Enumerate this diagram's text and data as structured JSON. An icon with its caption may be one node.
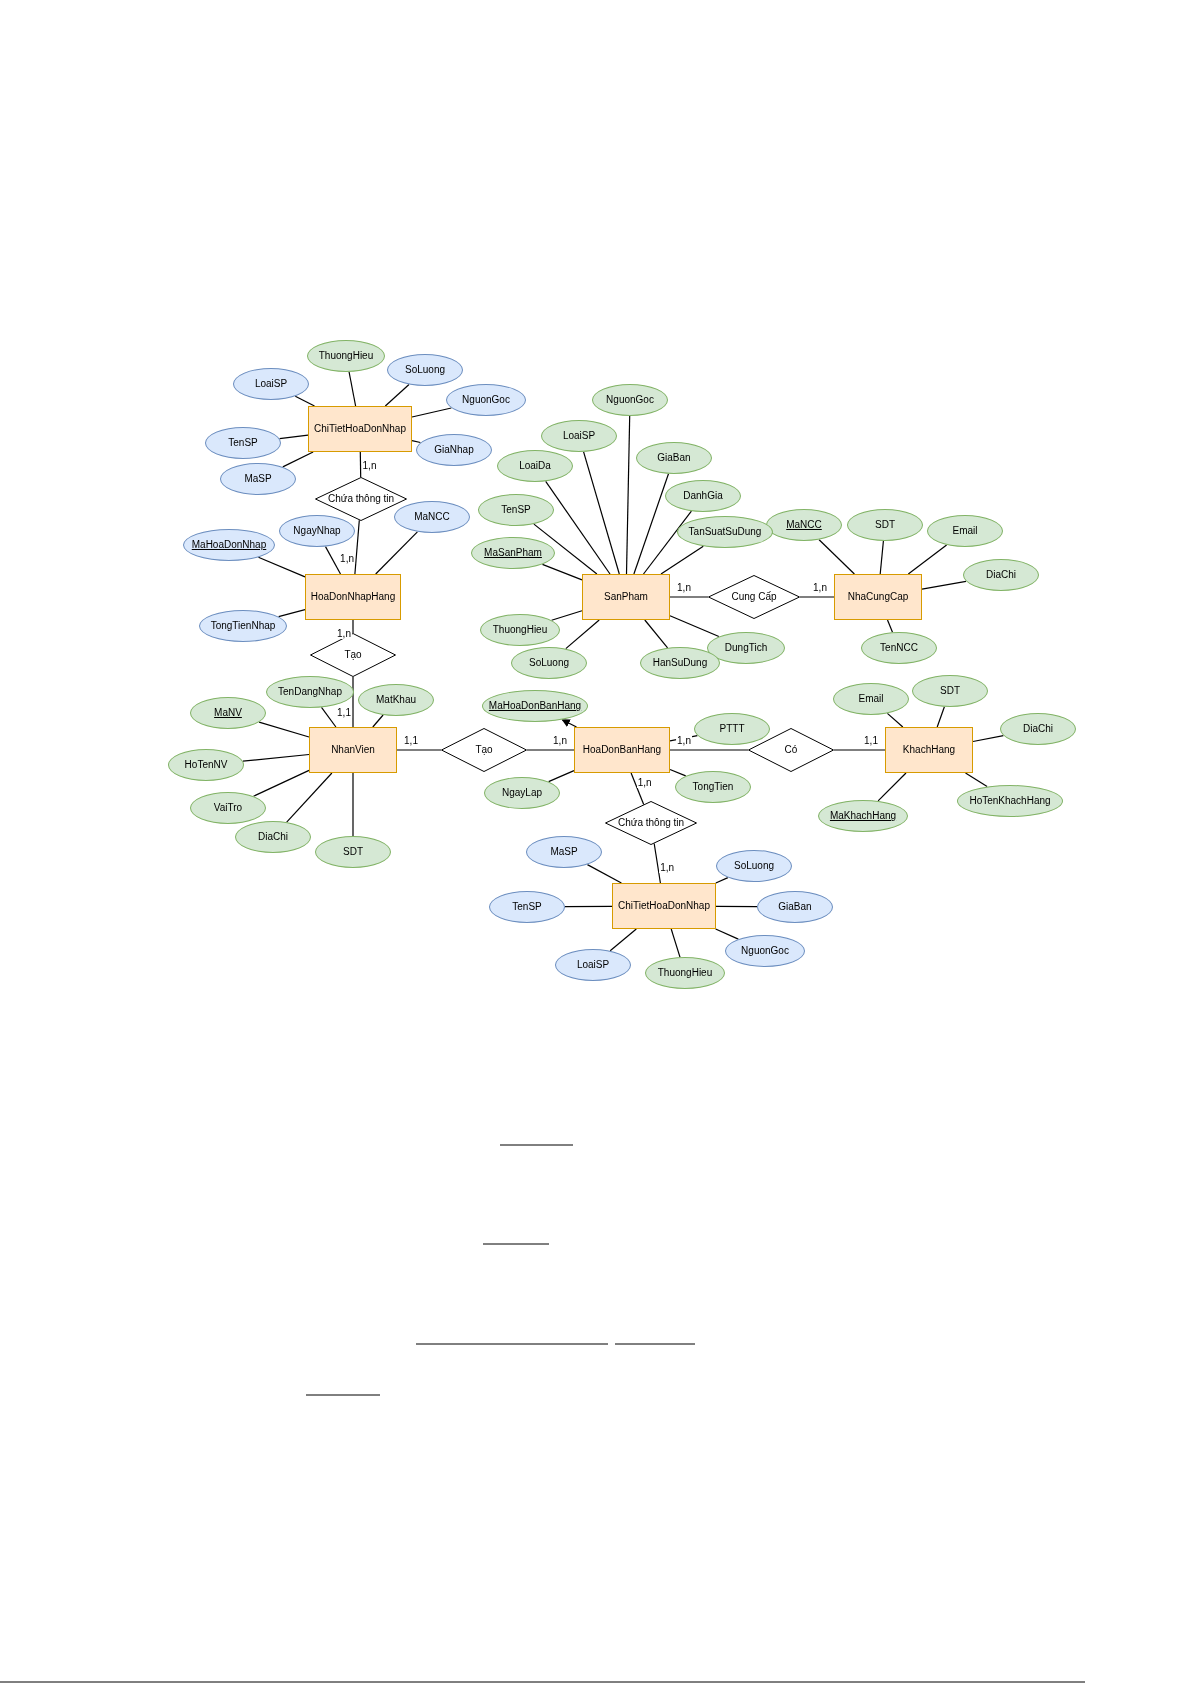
{
  "diagram": {
    "nodes": [
      {
        "text": [
          "ThuongHieu"
        ]
      },
      {
        "text": [
          "SoLuong"
        ]
      },
      {
        "text": [
          "LoaiSP"
        ]
      },
      {
        "text": [
          "NguonGoc"
        ]
      },
      {
        "text": [
          "NguonGoc"
        ]
      },
      {
        "text": [
          "ChiTietHoaDonNhap"
        ]
      },
      {
        "text": [
          "TenSP"
        ]
      },
      {
        "text": [
          "LoaiSP"
        ]
      },
      {
        "text": [
          "GiaNhap"
        ]
      },
      {
        "text": [
          "GiaBan"
        ]
      },
      {
        "text": [
          "LoaiDa"
        ]
      },
      {
        "text": [
          "MaSP"
        ]
      },
      {
        "text": [
          "DanhGia"
        ]
      },
      {
        "text": [
          "Chứa thông tin"
        ]
      },
      {
        "text": [
          "TenSP"
        ]
      },
      {
        "text": [
          "MaNCC"
        ]
      },
      {
        "text": [
          "MaNCC"
        ]
      },
      {
        "text": [
          "SDT"
        ]
      },
      {
        "text": [
          "NgayNhap"
        ]
      },
      {
        "text": [
          "Email"
        ]
      },
      {
        "text": [
          "TanSuatSuDung"
        ]
      },
      {
        "text": [
          "MaHoaDonNhap"
        ]
      },
      {
        "text": [
          "MaSanPham"
        ]
      },
      {
        "text": [
          "DiaChi"
        ]
      },
      {
        "text": [
          "HoaDonNhapHang"
        ]
      },
      {
        "text": [
          "SanPham"
        ]
      },
      {
        "text": [
          "Cung Cấp"
        ]
      },
      {
        "text": [
          "NhaCungCap"
        ]
      },
      {
        "text": [
          "TongTienNhap"
        ]
      },
      {
        "text": [
          "ThuongHieu"
        ]
      },
      {
        "text": [
          "DungTich"
        ]
      },
      {
        "text": [
          "TenNCC"
        ]
      },
      {
        "text": [
          "Tạo"
        ]
      },
      {
        "text": [
          "SoLuong"
        ]
      },
      {
        "text": [
          "HanSuDung"
        ]
      },
      {
        "text": [
          "SDT"
        ]
      },
      {
        "text": [
          "TenDangNhap"
        ]
      },
      {
        "text": [
          "Email"
        ]
      },
      {
        "text": [
          "MatKhau"
        ]
      },
      {
        "text": [
          "MaHoaDonBanHang"
        ]
      },
      {
        "text": [
          "MaNV"
        ]
      },
      {
        "text": [
          "PTTT"
        ]
      },
      {
        "text": [
          "DiaChi"
        ]
      },
      {
        "text": [
          "NhanVien"
        ]
      },
      {
        "text": [
          "Tạo"
        ]
      },
      {
        "text": [
          "HoaDonBanHang"
        ]
      },
      {
        "text": [
          "Có"
        ]
      },
      {
        "text": [
          "KhachHang"
        ]
      },
      {
        "text": [
          "HoTenNV"
        ]
      },
      {
        "text": [
          "TongTien"
        ]
      },
      {
        "text": [
          "NgayLap"
        ]
      },
      {
        "text": [
          "HoTenKhachHang"
        ]
      },
      {
        "text": [
          "VaiTro"
        ]
      },
      {
        "text": [
          "MaKhachHang"
        ]
      },
      {
        "text": [
          "Chứa thông tin"
        ]
      },
      {
        "text": [
          "DiaChi"
        ]
      },
      {
        "text": [
          "SDT"
        ]
      },
      {
        "text": [
          "MaSP"
        ]
      },
      {
        "text": [
          "SoLuong"
        ]
      },
      {
        "text": [
          "ChiTietHoaDonNhap"
        ]
      },
      {
        "text": [
          "TenSP"
        ]
      },
      {
        "text": [
          "GiaBan"
        ]
      },
      {
        "text": [
          "NguonGoc"
        ]
      },
      {
        "text": [
          "LoaiSP"
        ]
      },
      {
        "text": [
          "ThuongHieu"
        ]
      }
    ],
    "edges": [
      {
        "from": 5,
        "to": 0,
        "arrow": "none"
      },
      {
        "from": 5,
        "to": 1,
        "arrow": "none"
      },
      {
        "from": 5,
        "to": 2,
        "arrow": "none"
      },
      {
        "from": 5,
        "to": 3,
        "arrow": "none"
      },
      {
        "from": 5,
        "to": 6,
        "arrow": "none"
      },
      {
        "from": 5,
        "to": 8,
        "arrow": "none"
      },
      {
        "from": 5,
        "to": 11,
        "arrow": "none"
      },
      {
        "from": 24,
        "to": 15,
        "arrow": "none"
      },
      {
        "from": 24,
        "to": 18,
        "arrow": "none"
      },
      {
        "from": 24,
        "to": 21,
        "arrow": "none"
      },
      {
        "from": 24,
        "to": 28,
        "arrow": "none"
      },
      {
        "from": 25,
        "to": 4,
        "arrow": "none"
      },
      {
        "from": 25,
        "to": 7,
        "arrow": "none"
      },
      {
        "from": 25,
        "to": 9,
        "arrow": "none"
      },
      {
        "from": 25,
        "to": 10,
        "arrow": "none"
      },
      {
        "from": 25,
        "to": 12,
        "arrow": "none"
      },
      {
        "from": 25,
        "to": 14,
        "arrow": "none"
      },
      {
        "from": 25,
        "to": 20,
        "arrow": "none"
      },
      {
        "from": 25,
        "to": 22,
        "arrow": "none"
      },
      {
        "from": 25,
        "to": 29,
        "arrow": "none"
      },
      {
        "from": 25,
        "to": 30,
        "arrow": "none"
      },
      {
        "from": 25,
        "to": 33,
        "arrow": "none"
      },
      {
        "from": 25,
        "to": 34,
        "arrow": "none"
      },
      {
        "from": 27,
        "to": 16,
        "arrow": "none"
      },
      {
        "from": 27,
        "to": 17,
        "arrow": "none"
      },
      {
        "from": 27,
        "to": 19,
        "arrow": "none"
      },
      {
        "from": 27,
        "to": 23,
        "arrow": "none"
      },
      {
        "from": 27,
        "to": 31,
        "arrow": "none"
      },
      {
        "from": 43,
        "to": 36,
        "arrow": "none"
      },
      {
        "from": 43,
        "to": 38,
        "arrow": "none"
      },
      {
        "from": 43,
        "to": 40,
        "arrow": "none"
      },
      {
        "from": 43,
        "to": 48,
        "arrow": "none"
      },
      {
        "from": 43,
        "to": 52,
        "arrow": "none"
      },
      {
        "from": 43,
        "to": 55,
        "arrow": "none"
      },
      {
        "from": 43,
        "to": 56,
        "arrow": "none"
      },
      {
        "from": 45,
        "to": 39,
        "arrow": "to"
      },
      {
        "from": 45,
        "to": 41,
        "arrow": "none"
      },
      {
        "from": 45,
        "to": 49,
        "arrow": "none"
      },
      {
        "from": 45,
        "to": 50,
        "arrow": "none"
      },
      {
        "from": 47,
        "to": 35,
        "arrow": "none"
      },
      {
        "from": 47,
        "to": 37,
        "arrow": "none"
      },
      {
        "from": 47,
        "to": 42,
        "arrow": "none"
      },
      {
        "from": 47,
        "to": 51,
        "arrow": "none"
      },
      {
        "from": 47,
        "to": 53,
        "arrow": "none"
      },
      {
        "from": 59,
        "to": 57,
        "arrow": "none"
      },
      {
        "from": 59,
        "to": 58,
        "arrow": "none"
      },
      {
        "from": 59,
        "to": 60,
        "arrow": "none"
      },
      {
        "from": 59,
        "to": 61,
        "arrow": "none"
      },
      {
        "from": 59,
        "to": 62,
        "arrow": "none"
      },
      {
        "from": 59,
        "to": 63,
        "arrow": "none"
      },
      {
        "from": 59,
        "to": 64,
        "arrow": "none"
      },
      {
        "from": 5,
        "to": 13,
        "arrow": "none",
        "label": "1,n"
      },
      {
        "from": 24,
        "to": 13,
        "arrow": "none",
        "label": "1,n"
      },
      {
        "from": 24,
        "to": 32,
        "arrow": "none",
        "label": "1,n"
      },
      {
        "from": 43,
        "to": 32,
        "arrow": "none",
        "label": "1,1"
      },
      {
        "from": 25,
        "to": 26,
        "arrow": "none",
        "label": "1,n"
      },
      {
        "from": 27,
        "to": 26,
        "arrow": "none",
        "label": "1,n"
      },
      {
        "from": 43,
        "to": 44,
        "arrow": "none",
        "label": "1,1"
      },
      {
        "from": 45,
        "to": 44,
        "arrow": "none",
        "label": "1,n"
      },
      {
        "from": 45,
        "to": 46,
        "arrow": "none",
        "label": "1,n"
      },
      {
        "from": 47,
        "to": 46,
        "arrow": "none",
        "label": "1,1"
      },
      {
        "from": 45,
        "to": 54,
        "arrow": "none",
        "label": "1,n"
      },
      {
        "from": 59,
        "to": 54,
        "arrow": "none",
        "label": "1,n"
      }
    ]
  }
}
